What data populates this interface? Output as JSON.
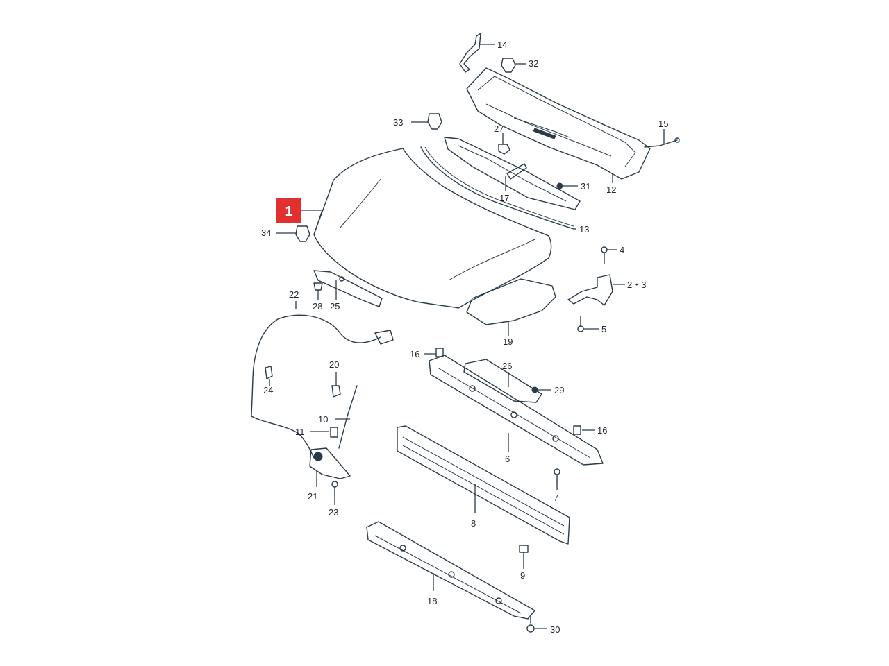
{
  "highlighted_part": {
    "number": "1",
    "color": "#e03030"
  },
  "callouts": {
    "c14": "14",
    "c32": "32",
    "c33": "33",
    "c27": "27",
    "c15": "15",
    "c17": "17",
    "c31": "31",
    "c12": "12",
    "c34": "34",
    "c13": "13",
    "c4": "4",
    "c2_3": "2・3",
    "c22": "22",
    "c28": "28",
    "c25": "25",
    "c5": "5",
    "c19": "19",
    "c16a": "16",
    "c26": "26",
    "c20": "20",
    "c29": "29",
    "c24": "24",
    "c10": "10",
    "c11": "11",
    "c16b": "16",
    "c6": "6",
    "c21": "21",
    "c7": "7",
    "c23": "23",
    "c8": "8",
    "c9": "9",
    "c18": "18",
    "c30": "30"
  },
  "colors": {
    "line": "#2a3a4a",
    "background": "#ffffff"
  }
}
